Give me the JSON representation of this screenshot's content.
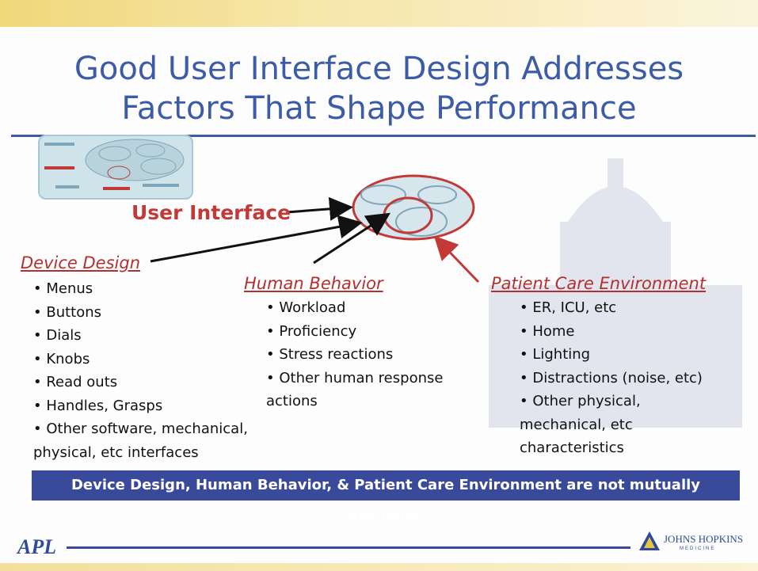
{
  "title": {
    "line1": "Good User Interface Design Addresses",
    "line2": "Factors That Shape Performance"
  },
  "diagram": {
    "user_interface_label": "User Interface"
  },
  "device_design": {
    "heading": "Device Design",
    "items": [
      "• Menus",
      "• Buttons",
      "• Dials",
      "• Knobs",
      "• Read outs",
      "• Handles, Grasps",
      "• Other software, mechanical,",
      "physical, etc interfaces"
    ]
  },
  "human_behavior": {
    "heading": "Human Behavior",
    "items": [
      "• Workload",
      "• Proficiency",
      "• Stress reactions",
      "• Other human response",
      "actions"
    ]
  },
  "patient_care": {
    "heading": "Patient Care Environment",
    "items": [
      "• ER, ICU, etc",
      "• Home",
      "• Lighting",
      "• Distractions (noise, etc)",
      "• Other physical,",
      "mechanical, etc",
      "characteristics"
    ]
  },
  "banner": "Device Design, Human Behavior, & Patient Care Environment are not mutually exclusive",
  "footer": {
    "apl_logo": "APL",
    "jh_logo": "JOHNS HOPKINS",
    "jh_sub": "MEDICINE"
  },
  "colors": {
    "title_blue": "#3d5ca8",
    "accent_red": "#c23a38",
    "banner_navy": "#3a4a9a"
  }
}
